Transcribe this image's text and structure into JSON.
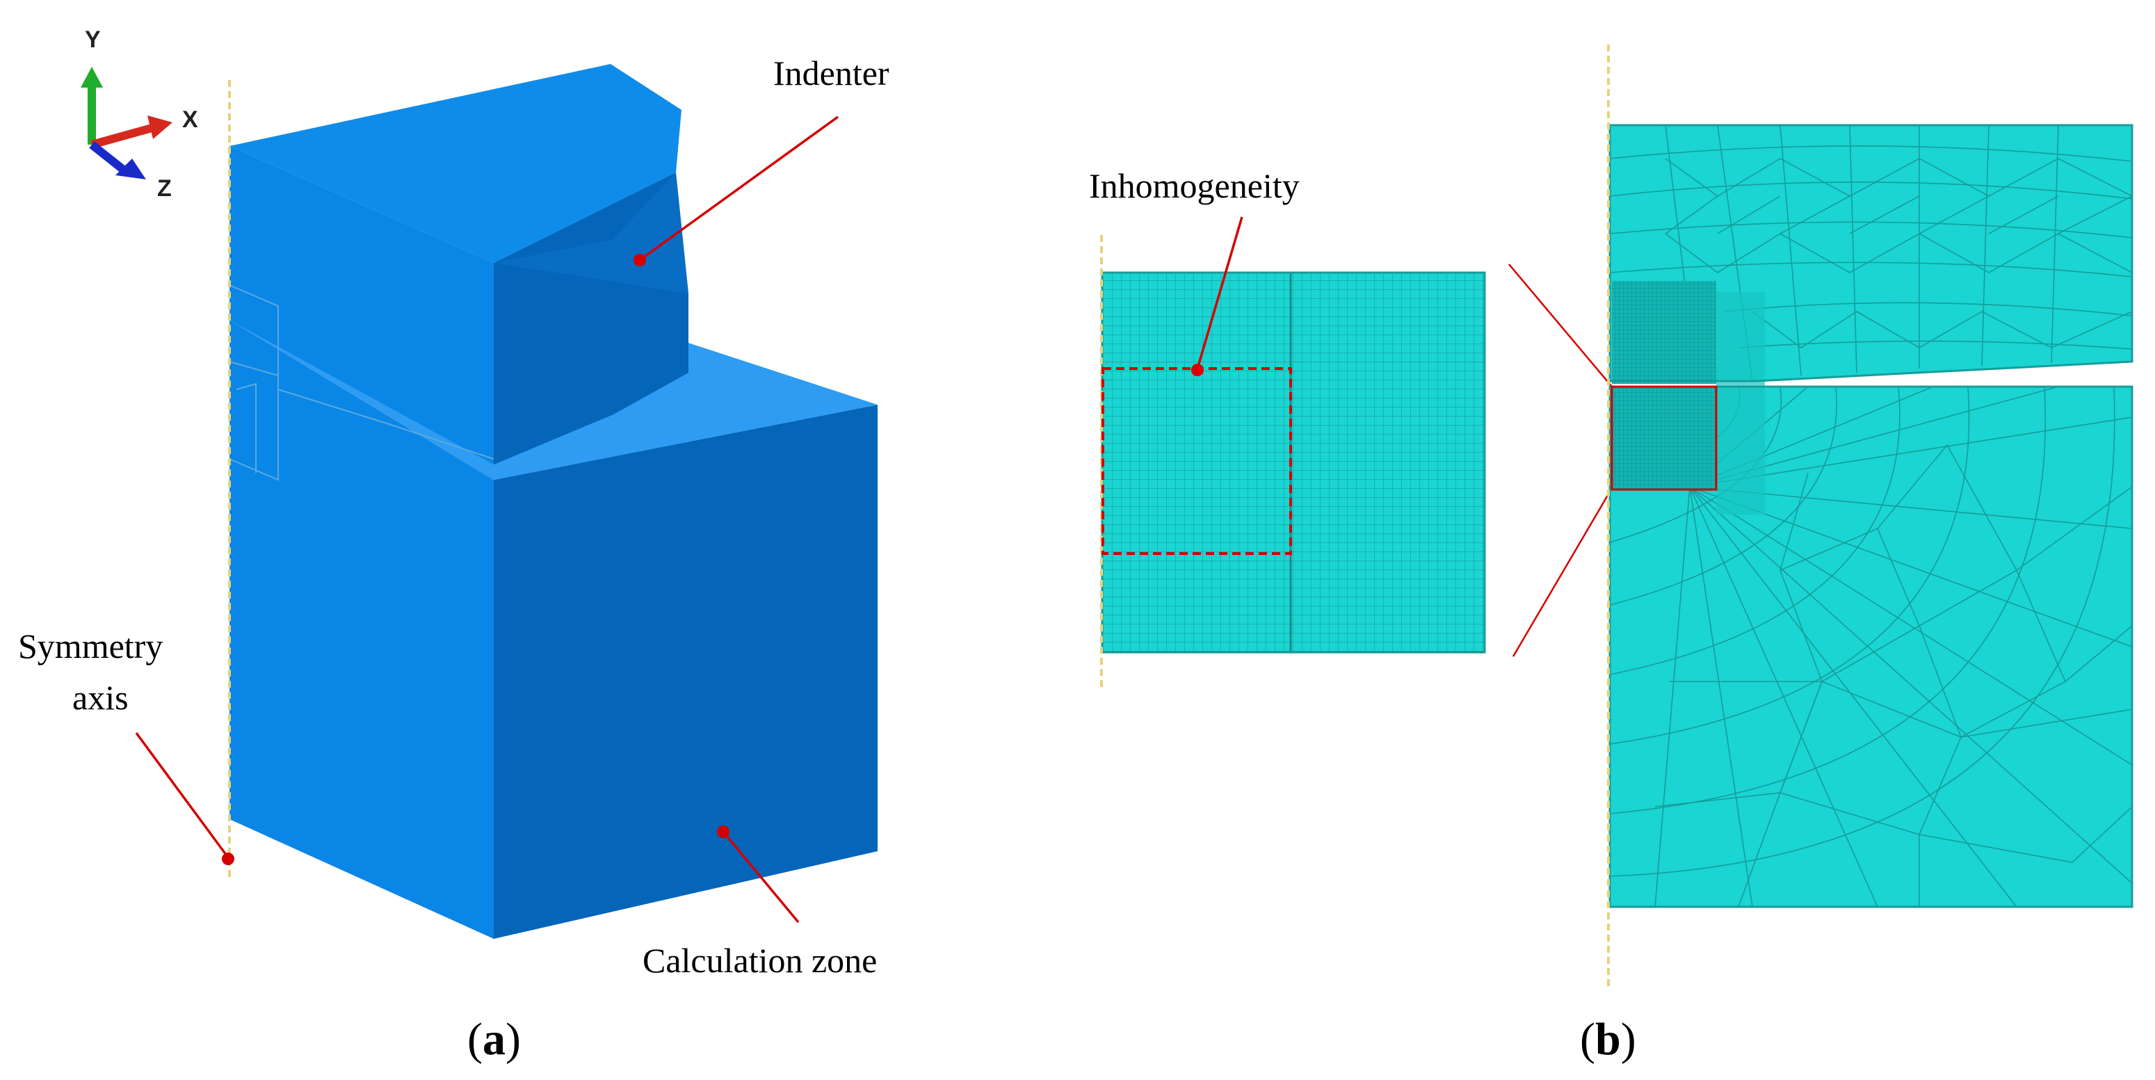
{
  "panel_a": {
    "caption_paren_open": "(",
    "caption_letter": "a",
    "caption_paren_close": ")",
    "label_indenter": "Indenter",
    "label_symmetry_line1": "Symmetry",
    "label_symmetry_line2": "axis",
    "label_calc_zone": "Calculation zone",
    "triad": {
      "y": "Y",
      "x": "X",
      "z": "Z"
    }
  },
  "panel_b": {
    "caption_paren_open": "(",
    "caption_letter": "b",
    "caption_paren_close": ")",
    "label_inhomogeneity": "Inhomogeneity"
  },
  "colors": {
    "solid_front": "#0a86e6",
    "solid_top": "#2e9cf2",
    "solid_side": "#0565b8",
    "mesh_fill": "#1ad5d2",
    "mesh_line": "#159d9b",
    "mesh_dense": "#13b5b3",
    "annotation_red": "#d40000",
    "symmetry_yellow": "#e6d27a",
    "triad_y": "#1fae2c",
    "triad_x": "#d6281e",
    "triad_z": "#1a2ac8"
  }
}
